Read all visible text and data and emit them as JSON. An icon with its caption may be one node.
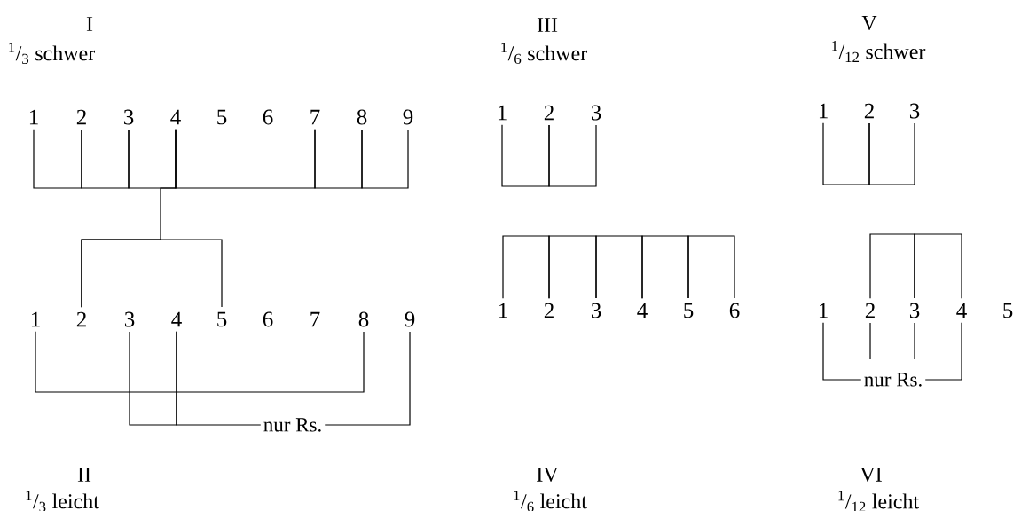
{
  "diagram": {
    "nodes": [
      {
        "text": [
          "1"
        ]
      },
      {
        "text": [
          "2"
        ]
      },
      {
        "text": [
          "3"
        ]
      },
      {
        "text": [
          "4"
        ]
      },
      {
        "text": [
          "5"
        ]
      },
      {
        "text": [
          "6"
        ]
      },
      {
        "text": [
          "7"
        ]
      },
      {
        "text": [
          "8"
        ]
      },
      {
        "text": [
          "9"
        ]
      },
      {
        "text": [
          "1"
        ]
      },
      {
        "text": [
          "2"
        ]
      },
      {
        "text": [
          "3"
        ]
      },
      {
        "text": [
          "4"
        ]
      },
      {
        "text": [
          "5"
        ]
      },
      {
        "text": [
          "6"
        ]
      },
      {
        "text": [
          "7"
        ]
      },
      {
        "text": [
          "8"
        ]
      },
      {
        "text": [
          "9"
        ]
      },
      {
        "text": [
          "1"
        ]
      },
      {
        "text": [
          "2"
        ]
      },
      {
        "text": [
          "3"
        ]
      },
      {
        "text": [
          "1"
        ]
      },
      {
        "text": [
          "2"
        ]
      },
      {
        "text": [
          "3"
        ]
      },
      {
        "text": [
          "4"
        ]
      },
      {
        "text": [
          "5"
        ]
      },
      {
        "text": [
          "6"
        ]
      },
      {
        "text": [
          "1"
        ]
      },
      {
        "text": [
          "2"
        ]
      },
      {
        "text": [
          "3"
        ]
      },
      {
        "text": [
          "1"
        ]
      },
      {
        "text": [
          "2"
        ]
      },
      {
        "text": [
          "3"
        ]
      },
      {
        "text": [
          "4"
        ]
      },
      {
        "text": [
          "5"
        ]
      }
    ],
    "edges": [
      {
        "from": 0,
        "to": 1,
        "arrow": "none"
      },
      {
        "from": 1,
        "to": 2,
        "arrow": "none"
      },
      {
        "from": 2,
        "to": 3,
        "arrow": "none"
      },
      {
        "from": 3,
        "to": 6,
        "arrow": "none"
      },
      {
        "from": 6,
        "to": 7,
        "arrow": "none"
      },
      {
        "from": 7,
        "to": 8,
        "arrow": "none"
      },
      {
        "from": 3,
        "to": 10,
        "arrow": "none"
      },
      {
        "from": 10,
        "to": 13,
        "arrow": "none"
      },
      {
        "from": 9,
        "to": 16,
        "arrow": "none"
      },
      {
        "from": 11,
        "to": 12,
        "arrow": "none"
      },
      {
        "from": 12,
        "to": 17,
        "arrow": "none",
        "label": "nur Rs."
      },
      {
        "from": 18,
        "to": 19,
        "arrow": "none"
      },
      {
        "from": 19,
        "to": 20,
        "arrow": "none"
      },
      {
        "from": 21,
        "to": 22,
        "arrow": "none"
      },
      {
        "from": 22,
        "to": 23,
        "arrow": "none"
      },
      {
        "from": 23,
        "to": 24,
        "arrow": "none"
      },
      {
        "from": 24,
        "to": 25,
        "arrow": "none"
      },
      {
        "from": 25,
        "to": 26,
        "arrow": "none"
      },
      {
        "from": 27,
        "to": 28,
        "arrow": "none"
      },
      {
        "from": 28,
        "to": 29,
        "arrow": "none"
      },
      {
        "from": 31,
        "to": 32,
        "arrow": "none"
      },
      {
        "from": 32,
        "to": 33,
        "arrow": "none"
      },
      {
        "from": 30,
        "to": 33,
        "arrow": "none",
        "label": "nur Rs."
      },
      {
        "from": 31,
        "to": null,
        "arrow": "none"
      },
      {
        "from": 32,
        "to": null,
        "arrow": "none"
      }
    ],
    "labels": [
      "I",
      "$^{1}$/$_{3}$ schwer",
      "III",
      "$^{1}$/$_{6}$ schwer",
      "V",
      "$^{1}$/$_{12}$ schwer",
      "II",
      "$^{1}$/$_{3}$ leicht",
      "IV",
      "$^{1}$/$_{6}$ leicht",
      "VI",
      "$^{1}$/$_{12}$ leicht"
    ]
  }
}
